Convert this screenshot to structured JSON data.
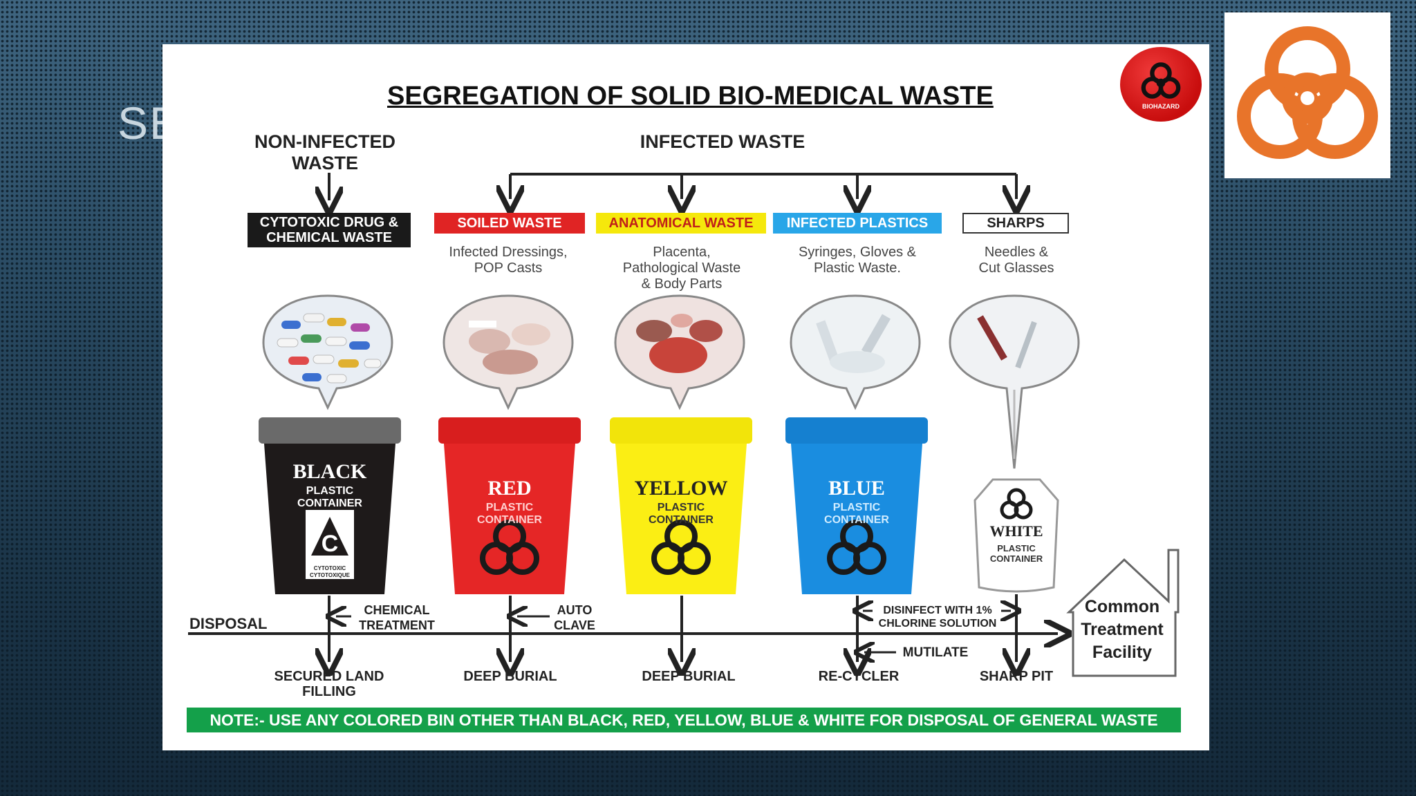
{
  "slide": {
    "title_fragment": "SE"
  },
  "diagram": {
    "title": "SEGREGATION OF SOLID BIO-MEDICAL WASTE",
    "badge_text": "BIOHAZARD",
    "non_infected_label": "NON-INFECTED\nWASTE",
    "infected_label": "INFECTED WASTE",
    "categories": [
      {
        "tag": "CYTOTOXIC DRUG &\nCHEMICAL WASTE",
        "description": "",
        "bin_color": "BLACK",
        "bin_type": "PLASTIC\nCONTAINER",
        "bin_extra": "C",
        "bin_extra_small": "CYTOTOXIC\nCYTOTOXIQUE",
        "treatment": "CHEMICAL\nTREATMENT",
        "disposal": "SECURED LAND\nFILLING",
        "color": "#1a1a1a"
      },
      {
        "tag": "SOILED WASTE",
        "description": "Infected Dressings,\nPOP Casts",
        "bin_color": "RED",
        "bin_type": "PLASTIC\nCONTAINER",
        "treatment": "AUTO\nCLAVE",
        "disposal": "DEEP BURIAL",
        "color": "#e02424"
      },
      {
        "tag": "ANATOMICAL WASTE",
        "description": "Placenta,\nPathological Waste\n& Body Parts",
        "bin_color": "YELLOW",
        "bin_type": "PLASTIC\nCONTAINER",
        "treatment": "",
        "disposal": "DEEP BURIAL",
        "color": "#f5e80c"
      },
      {
        "tag": "INFECTED PLASTICS",
        "description": "Syringes, Gloves &\nPlastic Waste.",
        "bin_color": "BLUE",
        "bin_type": "PLASTIC\nCONTAINER",
        "treatment": "DISINFECT WITH 1%\nCHLORINE SOLUTION",
        "treatment2": "MUTILATE",
        "disposal": "RE-CYCLER",
        "color": "#1a8de0"
      },
      {
        "tag": "SHARPS",
        "description": "Needles &\nCut Glasses",
        "bin_color": "WHITE",
        "bin_type": "PLASTIC\nCONTAINER",
        "treatment": "",
        "disposal": "SHARP PIT",
        "color": "#ffffff"
      }
    ],
    "disposal_label": "DISPOSAL",
    "facility": "Common\nTreatment\nFacility",
    "note": "NOTE:-  USE ANY COLORED BIN OTHER THAN BLACK, RED, YELLOW, BLUE & WHITE FOR DISPOSAL OF GENERAL WASTE"
  },
  "colors": {
    "orange": "#e8742a",
    "green": "#14a04a",
    "red": "#e02424",
    "yellow": "#f5e80c",
    "blue": "#1a8de0",
    "black": "#1a1a1a"
  }
}
